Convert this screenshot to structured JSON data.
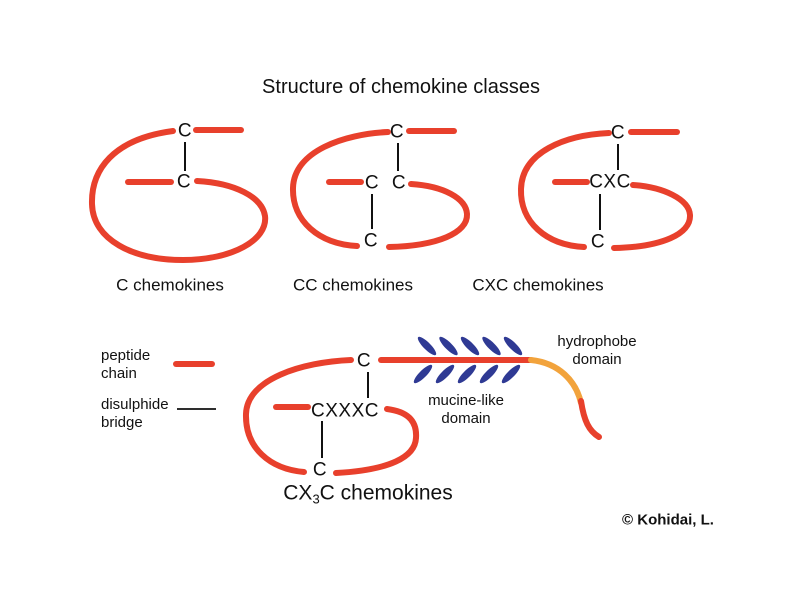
{
  "title": "Structure of chemokine classes",
  "credit": "© Kohidai, L.",
  "colors": {
    "peptide_chain": "#e8402c",
    "hydrophobe_domain": "#f2a33c",
    "mucine_ellipse": "#2f3a94",
    "disulphide_bridge": "#111111",
    "text": "#111111",
    "background": "#ffffff"
  },
  "legend": {
    "peptide_chain_label": "peptide chain",
    "disulphide_bridge_label": "disulphide bridge"
  },
  "annotations": {
    "hydrophobe_domain": "hydrophobe domain",
    "mucine_domain": "mucine-like domain"
  },
  "structures": {
    "c": {
      "label": "C chemokines",
      "top": "C",
      "mid": "C"
    },
    "cc": {
      "label": "CC chemokines",
      "top": "C",
      "mid_left": "C",
      "mid_right": "C",
      "bottom": "C"
    },
    "cxc": {
      "label": "CXC chemokines",
      "top": "C",
      "mid": "CXC",
      "bottom": "C"
    },
    "cx3c": {
      "label_prefix": "CX",
      "label_sub": "3",
      "label_suffix": "C chemokines",
      "top": "C",
      "mid": "CXXXC",
      "bottom": "C"
    }
  }
}
